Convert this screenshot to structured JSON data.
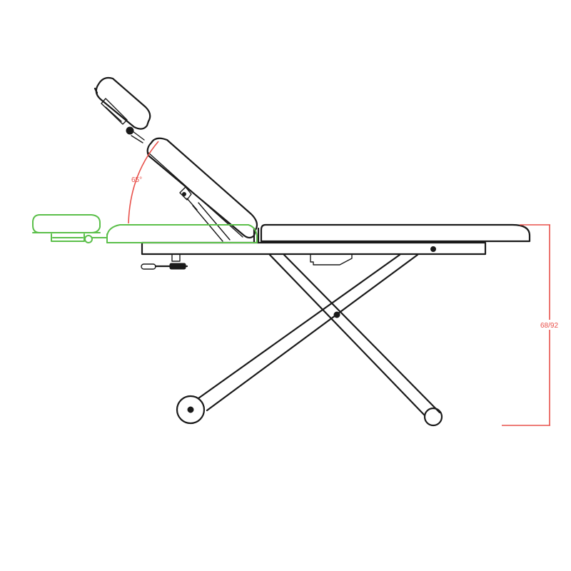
{
  "diagram": {
    "subject": "Massage table side elevation",
    "annotations": {
      "backrest_angle": "65°",
      "height_dimension": "68/92"
    },
    "colors": {
      "outline": "#1a1a1a",
      "alternate_position": "#5bbf4a",
      "dimension": "#e8504a",
      "background": "#ffffff"
    },
    "parts": [
      "headrest",
      "headrest-bracket",
      "backrest (raised)",
      "backrest (lowered, alternate)",
      "headrest (lowered, alternate)",
      "seat-section",
      "frame-rail",
      "gas-spring",
      "release-lever",
      "x-frame-legs",
      "pivot-bolt",
      "wheel",
      "leg-end-cap"
    ]
  }
}
